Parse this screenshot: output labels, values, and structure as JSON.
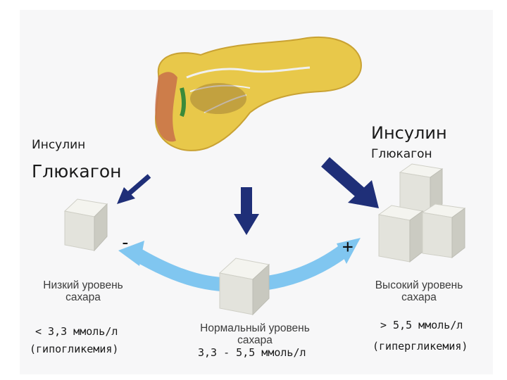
{
  "left": {
    "insulin": "Инсулин",
    "glucagon": "Глюкагон",
    "sign": "-",
    "level": "Низкий уровень сахара",
    "value": "< 3,3 ммоль/л",
    "condition": "(гипогликемия)"
  },
  "right": {
    "insulin": "Инсулин",
    "glucagon": "Глюкагон",
    "sign": "+",
    "level": "Высокий уровень сахара",
    "value": "> 5,5 ммоль/л",
    "condition": "(гипергликемия)"
  },
  "center": {
    "level": "Нормальный уровень сахара",
    "value": "3,3 - 5,5 ммоль/л"
  },
  "colors": {
    "arrow_dark": "#1f2f78",
    "arrow_light": "#80c6f0",
    "pancreas": "#e8c84a"
  }
}
